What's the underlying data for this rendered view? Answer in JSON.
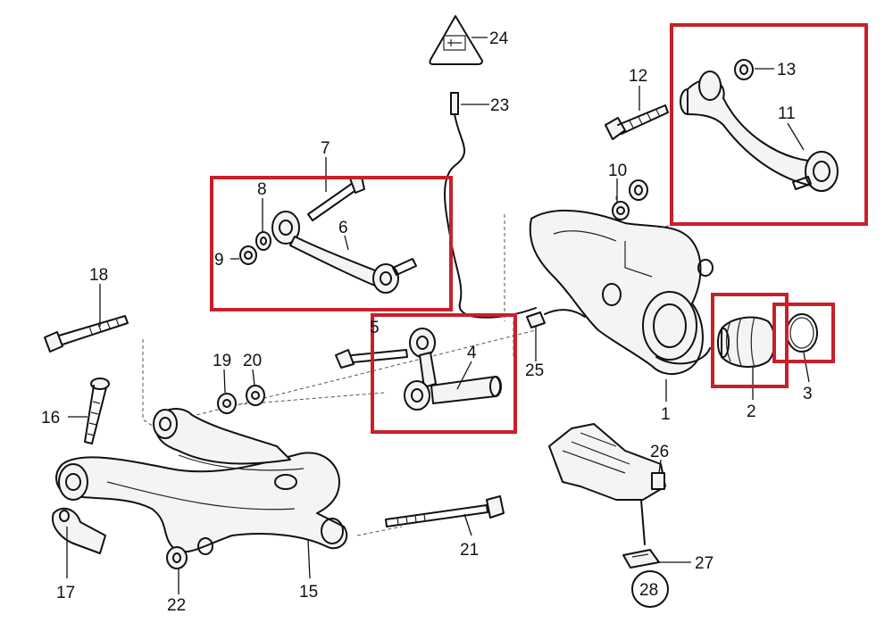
{
  "callouts": [
    {
      "id": "c1",
      "text": "1"
    },
    {
      "id": "c2",
      "text": "2"
    },
    {
      "id": "c3",
      "text": "3"
    },
    {
      "id": "c4",
      "text": "4"
    },
    {
      "id": "c5",
      "text": "5"
    },
    {
      "id": "c6",
      "text": "6"
    },
    {
      "id": "c7",
      "text": "7"
    },
    {
      "id": "c8",
      "text": "8"
    },
    {
      "id": "c9",
      "text": "9"
    },
    {
      "id": "c10",
      "text": "10"
    },
    {
      "id": "c11",
      "text": "11"
    },
    {
      "id": "c12",
      "text": "12"
    },
    {
      "id": "c13",
      "text": "13"
    },
    {
      "id": "c15",
      "text": "15"
    },
    {
      "id": "c16",
      "text": "16"
    },
    {
      "id": "c17",
      "text": "17"
    },
    {
      "id": "c18",
      "text": "18"
    },
    {
      "id": "c19",
      "text": "19"
    },
    {
      "id": "c20",
      "text": "20"
    },
    {
      "id": "c21",
      "text": "21"
    },
    {
      "id": "c22",
      "text": "22"
    },
    {
      "id": "c23",
      "text": "23"
    },
    {
      "id": "c24",
      "text": "24"
    },
    {
      "id": "c25",
      "text": "25"
    },
    {
      "id": "c26",
      "text": "26"
    },
    {
      "id": "c27",
      "text": "27"
    },
    {
      "id": "c28",
      "text": "28"
    }
  ],
  "highlight_color": "#c8202a",
  "highlighted_parts": [
    "6",
    "4",
    "11",
    "2",
    "3"
  ]
}
